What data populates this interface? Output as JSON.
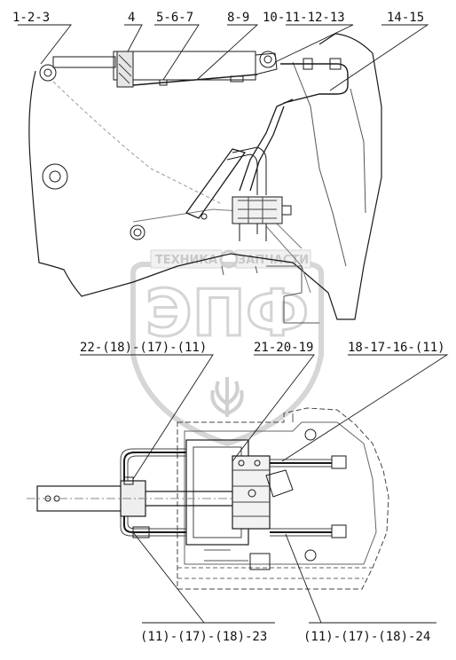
{
  "callouts": {
    "c1": "1-2-3",
    "c2": "4",
    "c3": "5-6-7",
    "c4": "8-9",
    "c5": "10-11-12-13",
    "c6": "14-15",
    "c7": "22-(18)-(17)-(11)",
    "c8": "21-20-19",
    "c9": "18-17-16-(11)",
    "c10": "(11)-(17)-(18)-23",
    "c11": "(11)-(17)-(18)-24"
  },
  "watermark": {
    "left_word": "ТЕХНИКА",
    "right_word": "ЗАПЧАСТИ",
    "logo": "ЭПФ"
  },
  "colors": {
    "line": "#1a1a1a",
    "watermark": "#cfcfcf"
  }
}
